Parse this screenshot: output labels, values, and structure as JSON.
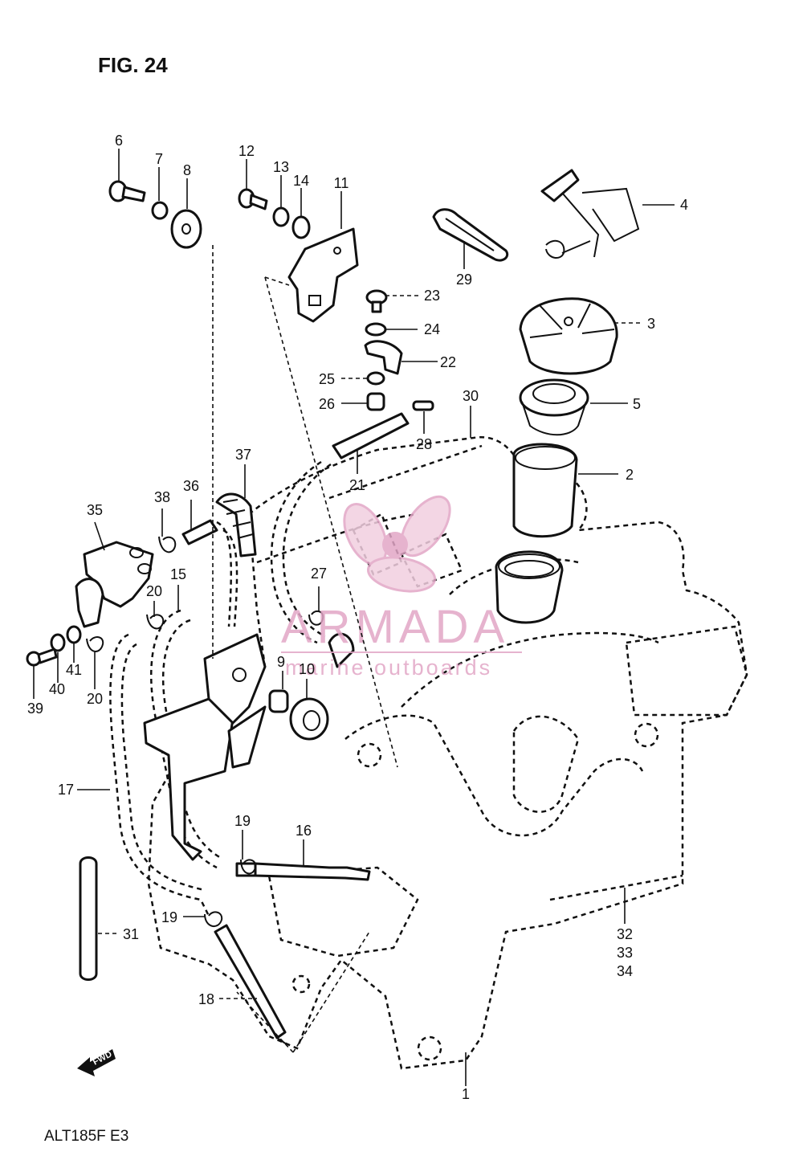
{
  "title": "FIG. 24",
  "drawing_code": "ALT185F E3",
  "watermark": {
    "brand": "ARMADA",
    "tagline": "marine outboards",
    "color": "#e2a6c6"
  },
  "fwd_label": "FWD",
  "callouts": [
    {
      "id": "6",
      "text": "6"
    },
    {
      "id": "7",
      "text": "7"
    },
    {
      "id": "8",
      "text": "8"
    },
    {
      "id": "12",
      "text": "12"
    },
    {
      "id": "13",
      "text": "13"
    },
    {
      "id": "14",
      "text": "14"
    },
    {
      "id": "11",
      "text": "11"
    },
    {
      "id": "4",
      "text": "4"
    },
    {
      "id": "29",
      "text": "29"
    },
    {
      "id": "23",
      "text": "23"
    },
    {
      "id": "3",
      "text": "3"
    },
    {
      "id": "24",
      "text": "24"
    },
    {
      "id": "22",
      "text": "22"
    },
    {
      "id": "25",
      "text": "25"
    },
    {
      "id": "26",
      "text": "26"
    },
    {
      "id": "5",
      "text": "5"
    },
    {
      "id": "30",
      "text": "30"
    },
    {
      "id": "28",
      "text": "28"
    },
    {
      "id": "2",
      "text": "2"
    },
    {
      "id": "37",
      "text": "37"
    },
    {
      "id": "21",
      "text": "21"
    },
    {
      "id": "35",
      "text": "35"
    },
    {
      "id": "38",
      "text": "38"
    },
    {
      "id": "36",
      "text": "36"
    },
    {
      "id": "15",
      "text": "15"
    },
    {
      "id": "27",
      "text": "27"
    },
    {
      "id": "20a",
      "text": "20"
    },
    {
      "id": "9",
      "text": "9"
    },
    {
      "id": "10",
      "text": "10"
    },
    {
      "id": "39",
      "text": "39"
    },
    {
      "id": "40",
      "text": "40"
    },
    {
      "id": "41",
      "text": "41"
    },
    {
      "id": "20b",
      "text": "20"
    },
    {
      "id": "17",
      "text": "17"
    },
    {
      "id": "19a",
      "text": "19"
    },
    {
      "id": "16",
      "text": "16"
    },
    {
      "id": "19b",
      "text": "19"
    },
    {
      "id": "31",
      "text": "31"
    },
    {
      "id": "32",
      "text": "32"
    },
    {
      "id": "33",
      "text": "33"
    },
    {
      "id": "34",
      "text": "34"
    },
    {
      "id": "18",
      "text": "18"
    },
    {
      "id": "1",
      "text": "1"
    }
  ]
}
